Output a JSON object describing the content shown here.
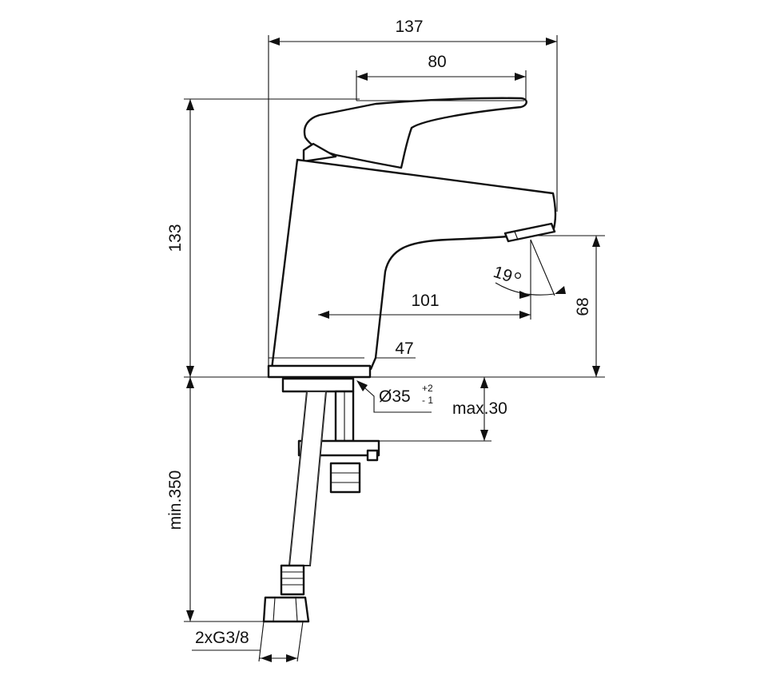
{
  "dimensions": {
    "overall_width": "137",
    "lever_width": "80",
    "height": "133",
    "spout_reach": "101",
    "spout_height": "68",
    "base_width": "47",
    "hole_diameter": "Ø35",
    "hole_tol_plus": "+2",
    "hole_tol_minus": "- 1",
    "deck_thickness": "max.30",
    "hose_length": "min.350",
    "connection": "2xG3/8",
    "spray_angle": "19"
  },
  "colors": {
    "line": "#111111",
    "background": "#ffffff"
  }
}
